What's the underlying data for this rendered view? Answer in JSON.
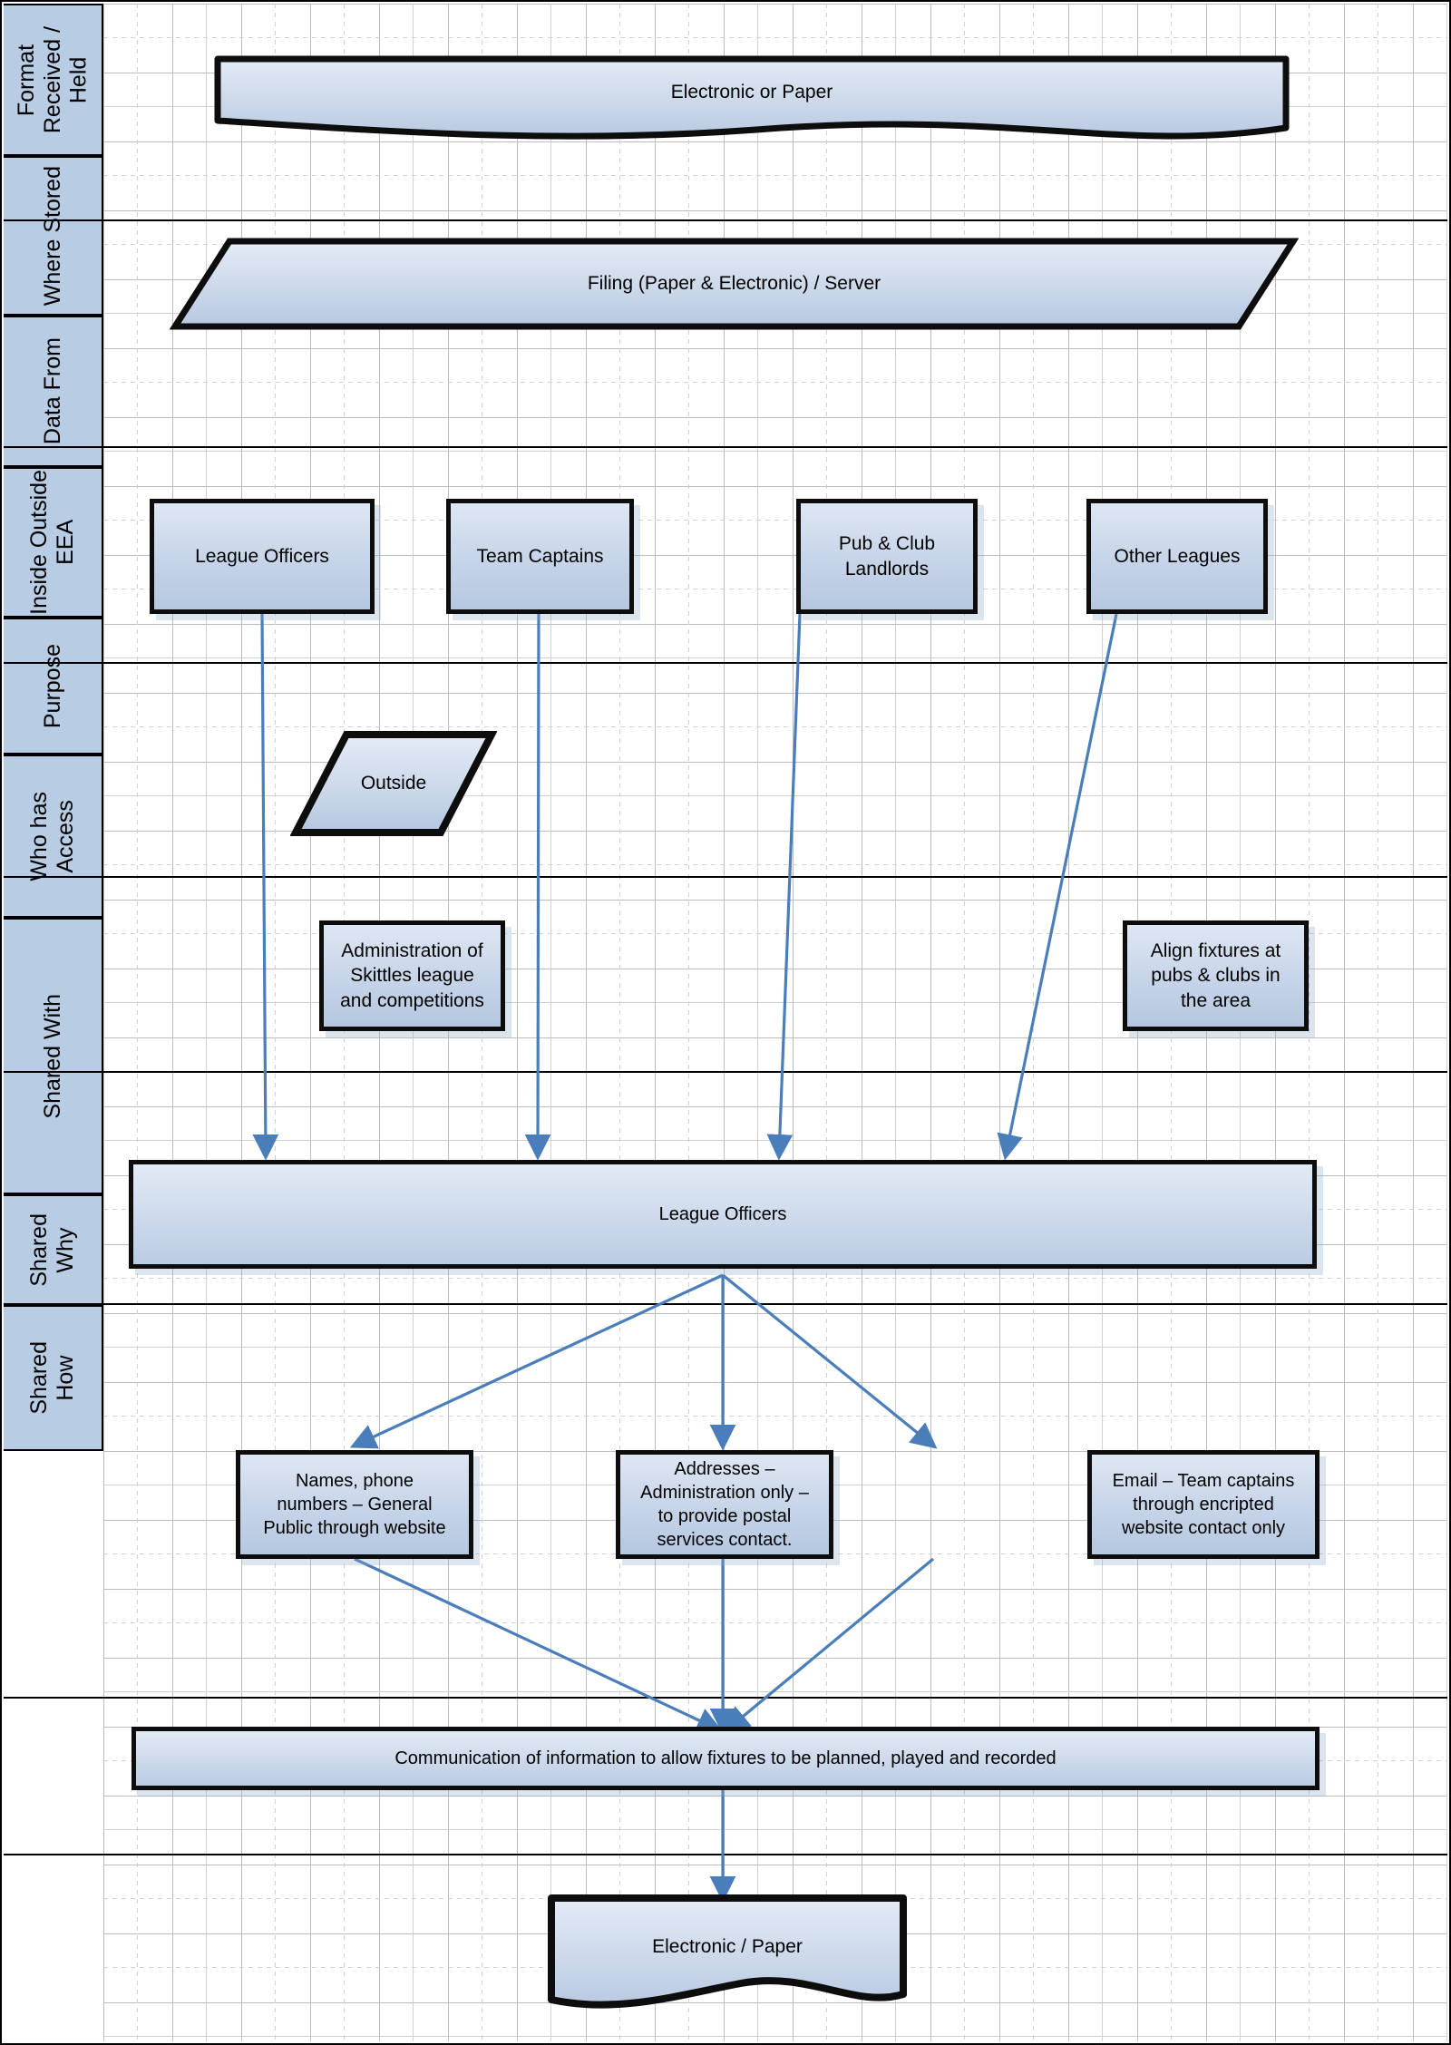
{
  "diagram": {
    "title": "Data flow swimlane diagram",
    "accent_fill_top": "#dee7f3",
    "accent_fill_bottom": "#b5c7e0",
    "lane_fill": "#b8cce4",
    "shape_border": "#0d0d0d",
    "connector_color": "#4a7ebb",
    "grid_color": "#bdbdbd"
  },
  "lanes": [
    {
      "id": "format-received-held",
      "label": "Format\nReceived /\nHeld"
    },
    {
      "id": "where-stored",
      "label": "Where Stored"
    },
    {
      "id": "data-from",
      "label": "Data From"
    },
    {
      "id": "inside-outside-eea",
      "label": "Inside Outside\nEEA"
    },
    {
      "id": "purpose",
      "label": "Purpose"
    },
    {
      "id": "who-has-access",
      "label": "Who has\nAccess"
    },
    {
      "id": "shared-with",
      "label": "Shared With"
    },
    {
      "id": "shared-why",
      "label": "Shared\nWhy"
    },
    {
      "id": "shared-how",
      "label": "Shared\nHow"
    }
  ],
  "nodes": {
    "format_document": {
      "label": "Electronic or Paper",
      "shape": "document"
    },
    "storage_parallelogram": {
      "label": "Filing (Paper & Electronic) / Server",
      "shape": "parallelogram"
    },
    "source_league_officers": {
      "label": "League Officers",
      "shape": "rectangle"
    },
    "source_team_captains": {
      "label": "Team Captains",
      "shape": "rectangle"
    },
    "source_pub_club_landlords": {
      "label": "Pub & Club\nLandlords",
      "shape": "rectangle"
    },
    "source_other_leagues": {
      "label": "Other Leagues",
      "shape": "rectangle"
    },
    "eea_outside": {
      "label": "Outside",
      "shape": "parallelogram"
    },
    "purpose_admin": {
      "label": "Administration of\nSkittles league\nand competitions",
      "shape": "rectangle"
    },
    "purpose_align": {
      "label": "Align fixtures at\npubs & clubs in\nthe area",
      "shape": "rectangle"
    },
    "access_league_officers": {
      "label": "League Officers",
      "shape": "bar"
    },
    "shared_names_phone": {
      "label": "Names, phone\nnumbers – General\nPublic through website",
      "shape": "rectangle"
    },
    "shared_addresses": {
      "label": "Addresses –\nAdministration only –\nto provide postal\nservices contact.",
      "shape": "rectangle"
    },
    "shared_email": {
      "label": "Email – Team captains\nthrough encripted\nwebsite contact only",
      "shape": "rectangle"
    },
    "shared_why_comm": {
      "label": "Communication of information to allow fixtures to be planned, played and recorded",
      "shape": "bar"
    },
    "shared_how_doc": {
      "label": "Electronic / Paper",
      "shape": "document"
    }
  },
  "connectors": [
    {
      "id": "league-officers-to-access",
      "from": "source_league_officers",
      "to": "access_league_officers"
    },
    {
      "id": "team-captains-to-access",
      "from": "source_team_captains",
      "to": "access_league_officers"
    },
    {
      "id": "pub-club-to-access",
      "from": "source_pub_club_landlords",
      "to": "access_league_officers"
    },
    {
      "id": "other-leagues-to-access",
      "from": "source_other_leagues",
      "to": "access_league_officers"
    },
    {
      "id": "access-to-names-phone",
      "from": "access_league_officers",
      "to": "shared_names_phone"
    },
    {
      "id": "access-to-addresses",
      "from": "access_league_officers",
      "to": "shared_addresses"
    },
    {
      "id": "access-to-email",
      "from": "access_league_officers",
      "to": "shared_email"
    },
    {
      "id": "names-phone-to-why",
      "from": "shared_names_phone",
      "to": "shared_why_comm"
    },
    {
      "id": "addresses-to-why",
      "from": "shared_addresses",
      "to": "shared_why_comm"
    },
    {
      "id": "email-to-why",
      "from": "shared_email",
      "to": "shared_why_comm"
    },
    {
      "id": "why-to-how",
      "from": "shared_why_comm",
      "to": "shared_how_doc"
    }
  ]
}
